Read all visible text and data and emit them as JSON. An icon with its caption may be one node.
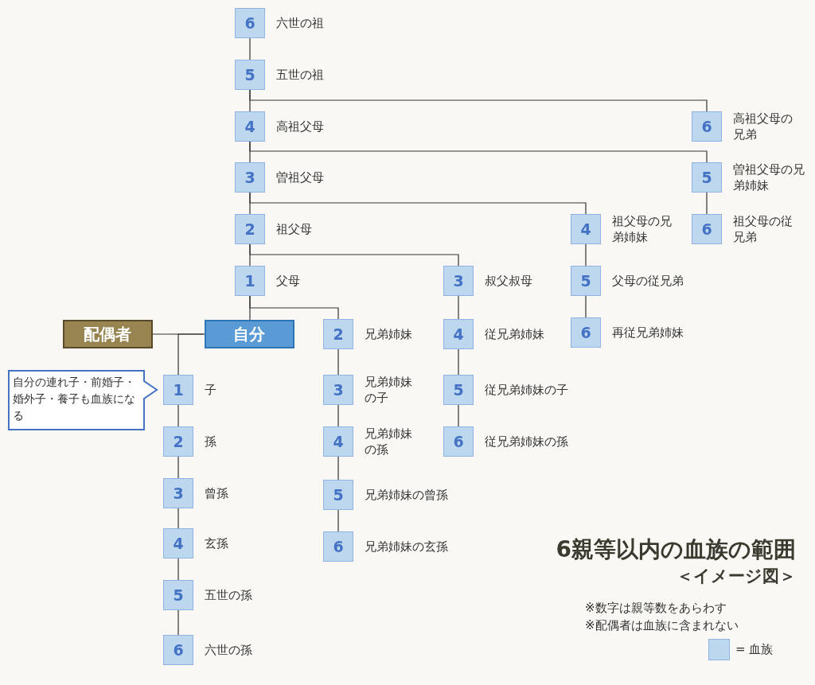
{
  "diagram": {
    "title": "6親等以内の血族の範囲",
    "nodes": [
      {
        "text": [
          "6"
        ],
        "beside": [
          "六世の祖"
        ]
      },
      {
        "text": [
          "5"
        ],
        "beside": [
          "五世の祖"
        ]
      },
      {
        "text": [
          "4"
        ],
        "beside": [
          "高祖父母"
        ]
      },
      {
        "text": [
          "3"
        ],
        "beside": [
          "曽祖父母"
        ]
      },
      {
        "text": [
          "2"
        ],
        "beside": [
          "祖父母"
        ]
      },
      {
        "text": [
          "1"
        ],
        "beside": [
          "父母"
        ]
      },
      {
        "text": [
          "自分"
        ]
      },
      {
        "text": [
          "配偶者"
        ]
      },
      {
        "text": [
          "1"
        ],
        "beside": [
          "子"
        ]
      },
      {
        "text": [
          "2"
        ],
        "beside": [
          "孫"
        ]
      },
      {
        "text": [
          "3"
        ],
        "beside": [
          "曾孫"
        ]
      },
      {
        "text": [
          "4"
        ],
        "beside": [
          "玄孫"
        ]
      },
      {
        "text": [
          "5"
        ],
        "beside": [
          "五世の孫"
        ]
      },
      {
        "text": [
          "6"
        ],
        "beside": [
          "六世の孫"
        ]
      },
      {
        "text": [
          "2"
        ],
        "beside": [
          "兄弟姉妹"
        ]
      },
      {
        "text": [
          "3"
        ],
        "beside": [
          "兄弟姉妹の子"
        ]
      },
      {
        "text": [
          "4"
        ],
        "beside": [
          "兄弟姉妹の孫"
        ]
      },
      {
        "text": [
          "5"
        ],
        "beside": [
          "兄弟姉妹の曾孫"
        ]
      },
      {
        "text": [
          "6"
        ],
        "beside": [
          "兄弟姉妹の玄孫"
        ]
      },
      {
        "text": [
          "3"
        ],
        "beside": [
          "叔父叔母"
        ]
      },
      {
        "text": [
          "4"
        ],
        "beside": [
          "従兄弟姉妹"
        ]
      },
      {
        "text": [
          "5"
        ],
        "beside": [
          "従兄弟姉妹の子"
        ]
      },
      {
        "text": [
          "6"
        ],
        "beside": [
          "従兄弟姉妹の孫"
        ]
      },
      {
        "text": [
          "4"
        ],
        "beside": [
          "祖父母の兄弟姉妹"
        ]
      },
      {
        "text": [
          "5"
        ],
        "beside": [
          "父母の従兄弟"
        ]
      },
      {
        "text": [
          "6"
        ],
        "beside": [
          "再従兄弟姉妹"
        ]
      },
      {
        "text": [
          "6"
        ],
        "beside": [
          "高祖父母の兄弟"
        ]
      },
      {
        "text": [
          "5"
        ],
        "beside": [
          "曽祖父母の兄弟姉妹"
        ]
      },
      {
        "text": [
          "6"
        ],
        "beside": [
          "祖父母の従兄弟"
        ]
      },
      {
        "text": [
          "自分の連れ子・前婚子・婚外子・養子も血族になる"
        ]
      }
    ],
    "edges": [
      {
        "from": 0,
        "to": 1,
        "arrow": "none"
      },
      {
        "from": 1,
        "to": 2,
        "arrow": "none"
      },
      {
        "from": 2,
        "to": 3,
        "arrow": "none"
      },
      {
        "from": 3,
        "to": 4,
        "arrow": "none"
      },
      {
        "from": 4,
        "to": 5,
        "arrow": "none"
      },
      {
        "from": 5,
        "to": 6,
        "arrow": "none"
      },
      {
        "from": 1,
        "to": 26,
        "arrow": "none"
      },
      {
        "from": 2,
        "to": 27,
        "arrow": "none"
      },
      {
        "from": 3,
        "to": 23,
        "arrow": "none"
      },
      {
        "from": 4,
        "to": 19,
        "arrow": "none"
      },
      {
        "from": 5,
        "to": 14,
        "arrow": "none"
      },
      {
        "from": 7,
        "to": 6,
        "arrow": "none"
      },
      {
        "from": 6,
        "to": 8,
        "arrow": "none"
      },
      {
        "from": 8,
        "to": 9,
        "arrow": "none"
      },
      {
        "from": 9,
        "to": 10,
        "arrow": "none"
      },
      {
        "from": 10,
        "to": 11,
        "arrow": "none"
      },
      {
        "from": 11,
        "to": 12,
        "arrow": "none"
      },
      {
        "from": 12,
        "to": 13,
        "arrow": "none"
      },
      {
        "from": 14,
        "to": 15,
        "arrow": "none"
      },
      {
        "from": 15,
        "to": 16,
        "arrow": "none"
      },
      {
        "from": 16,
        "to": 17,
        "arrow": "none"
      },
      {
        "from": 17,
        "to": 18,
        "arrow": "none"
      },
      {
        "from": 19,
        "to": 20,
        "arrow": "none"
      },
      {
        "from": 20,
        "to": 21,
        "arrow": "none"
      },
      {
        "from": 21,
        "to": 22,
        "arrow": "none"
      },
      {
        "from": 23,
        "to": 24,
        "arrow": "none"
      },
      {
        "from": 24,
        "to": 25,
        "arrow": "none"
      },
      {
        "from": 27,
        "to": 28,
        "arrow": "none"
      }
    ],
    "labels": [
      "＜イメージ図＞",
      "※数字は親等数をあらわす",
      "※配偶者は血族に含まれない"
    ],
    "legend": [
      {
        "text": "= 血族",
        "color": "#bdd7ee"
      }
    ]
  }
}
